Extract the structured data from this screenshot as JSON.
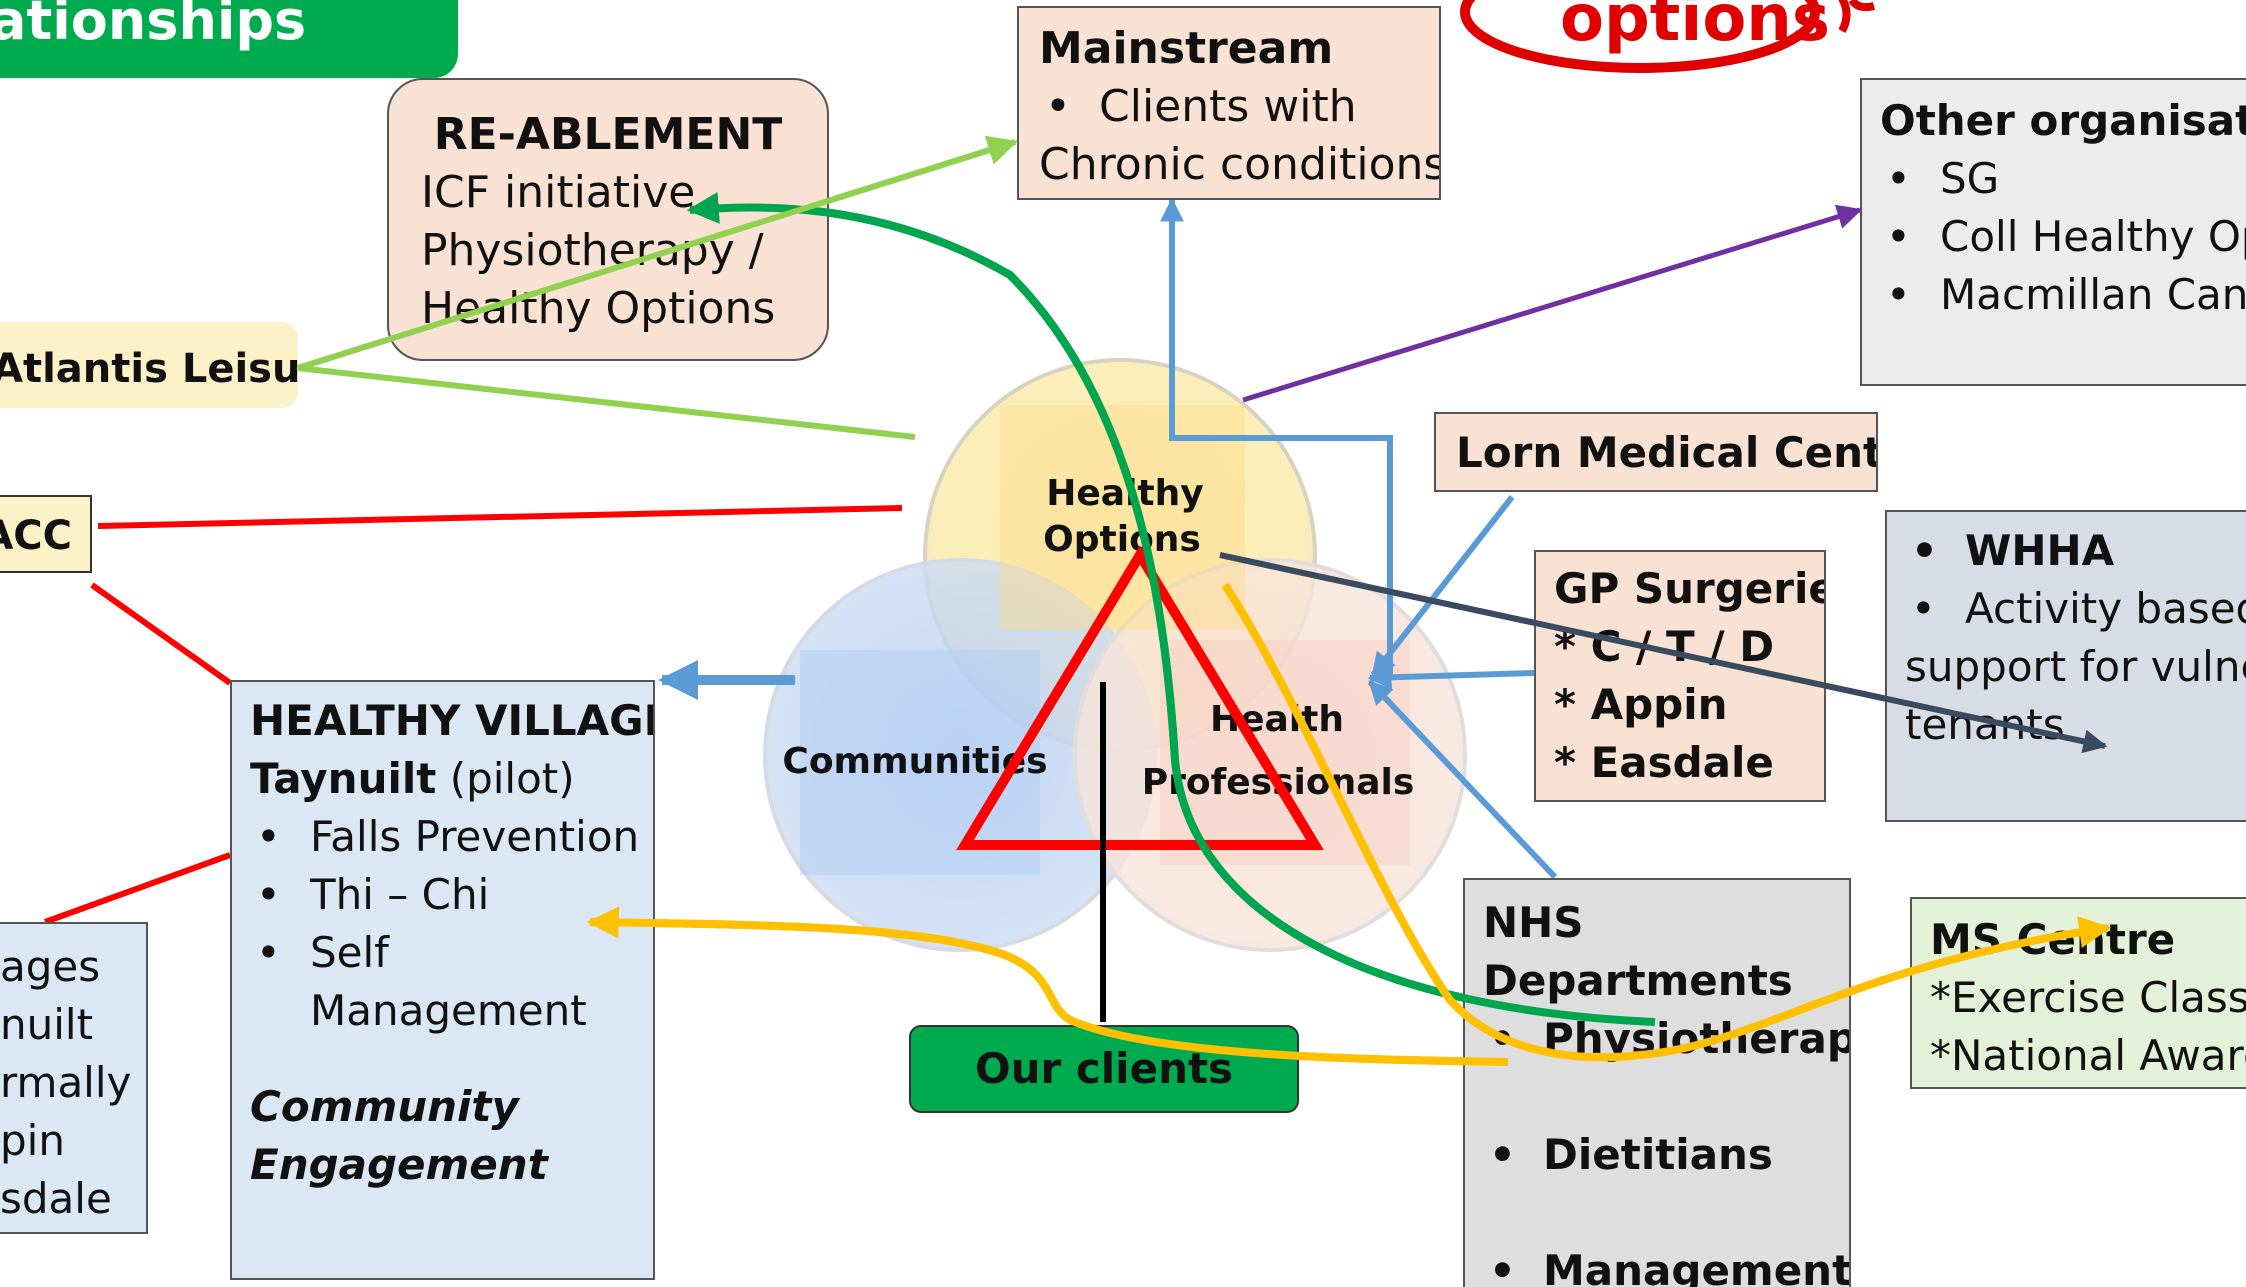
{
  "banner": {
    "text": "ationships"
  },
  "logo": {
    "text": "options"
  },
  "reablement": {
    "title": "RE-ABLEMENT",
    "lines": [
      "ICF initiative",
      "Physiotherapy /",
      "Healthy Options"
    ]
  },
  "mainstream": {
    "title": "Mainstream",
    "items": [
      "Clients with",
      "Chronic conditions"
    ]
  },
  "other_orgs": {
    "title": "Other organisations",
    "items": [
      "SG",
      "Coll Healthy Options",
      "Macmillan Cancer"
    ]
  },
  "atlantis": {
    "label": "Atlantis Leisure"
  },
  "acc": {
    "label": "ACC"
  },
  "lorn": {
    "label": "Lorn Medical Centre"
  },
  "gp": {
    "title": "GP Surgeries",
    "items": [
      "* C / T / D",
      "* Appin",
      "* Easdale"
    ]
  },
  "whha": {
    "title": "WHHA",
    "lines": [
      "Activity based",
      "support for vulnerable",
      "tenants"
    ]
  },
  "healthy_villages": {
    "title": "HEALTHY VILLAGES",
    "subtitle_bold": "Taynuilt",
    "subtitle_rest": " (pilot)",
    "items": [
      "Falls Prevention",
      "Thi – Chi",
      "Self",
      "Management"
    ],
    "footer": [
      "Community",
      "Engagement"
    ]
  },
  "villages_left": {
    "lines": [
      "ages",
      "nuilt",
      "rmally",
      "pin",
      "sdale"
    ]
  },
  "nhs": {
    "title_lines": [
      "NHS",
      "Departments"
    ],
    "items": [
      "Physiotherapy",
      "Dietitians",
      "Management"
    ]
  },
  "ms_centre": {
    "title": "MS Centre",
    "lines": [
      "*Exercise Classes",
      "*National Award"
    ]
  },
  "venn": {
    "healthy_options": [
      "Healthy",
      "Options"
    ],
    "communities": "Communities",
    "health_professionals": [
      "Health",
      "Professionals"
    ]
  },
  "clients": {
    "label": "Our clients"
  },
  "colors": {
    "green_banner": "#00aa4f",
    "peach": "#f9e1d3",
    "light_blue": "#dbe7f4",
    "grey_blue": "#d7dce6",
    "light_grey": "#ececec",
    "grey": "#dedede",
    "yellow_label": "#fdf1c8",
    "light_green": "#e3f1d8",
    "red": "#ff0000",
    "arrow_blue": "#5b9bd5",
    "arrow_green": "#92d050",
    "arrow_dark_green": "#00a550",
    "arrow_yellow": "#ffc000",
    "arrow_purple": "#7030a0",
    "arrow_dark": "#3a4a5f"
  }
}
